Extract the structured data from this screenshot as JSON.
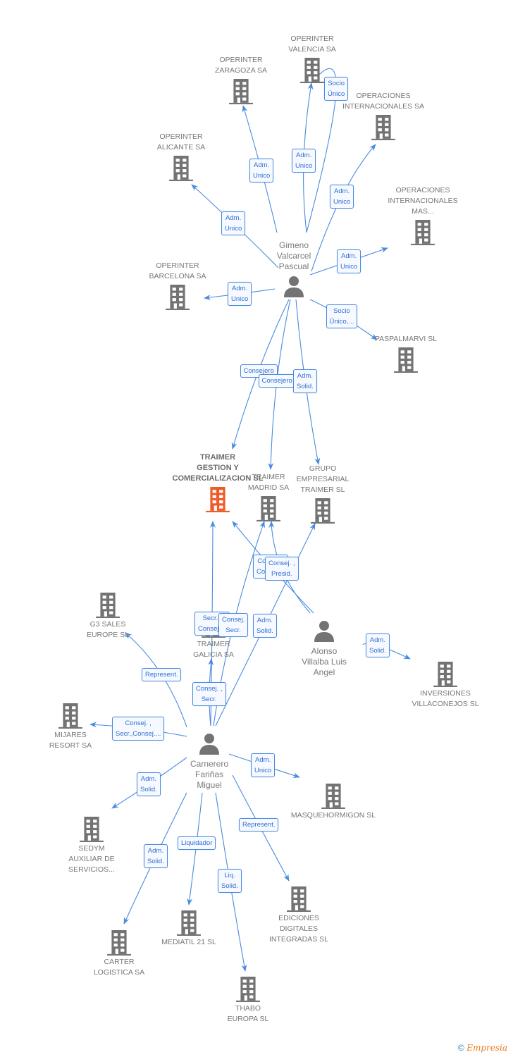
{
  "colors": {
    "edge": "#4a8ae0",
    "company": "#737373",
    "focus_company": "#f05a28",
    "person": "#737373"
  },
  "companies": [
    {
      "id": "zaragoza",
      "label": [
        "OPERINTER",
        "ZARAGOZA SA"
      ]
    },
    {
      "id": "valencia",
      "label": [
        "OPERINTER",
        "VALENCIA SA"
      ]
    },
    {
      "id": "opint",
      "label": [
        "OPERACIONES",
        "INTERNACIONALES SA"
      ]
    },
    {
      "id": "alicante",
      "label": [
        "OPERINTER",
        "ALICANTE SA"
      ]
    },
    {
      "id": "opmas",
      "label": [
        "OPERACIONES",
        "INTERNACIONALES",
        "MAS..."
      ]
    },
    {
      "id": "barcelona",
      "label": [
        "OPERINTER",
        "BARCELONA SA"
      ]
    },
    {
      "id": "paspal",
      "label": [
        "PASPALMARVI SL"
      ]
    },
    {
      "id": "traimer",
      "label": [
        "TRAIMER",
        "GESTION Y",
        "COMERCIALIZACION SL"
      ],
      "focus": true
    },
    {
      "id": "madrid",
      "label": [
        "TRAIMER",
        "MADRID SA"
      ]
    },
    {
      "id": "grupo",
      "label": [
        "GRUPO",
        "EMPRESARIAL",
        "TRAIMER SL"
      ]
    },
    {
      "id": "g3",
      "label": [
        "G3 SALES",
        "EUROPE SL"
      ]
    },
    {
      "id": "galicia",
      "label": [
        "TRAIMER",
        "GALICIA SA"
      ]
    },
    {
      "id": "villaconejos",
      "label": [
        "INVERSIONES",
        "VILLACONEJOS SL"
      ]
    },
    {
      "id": "mijares",
      "label": [
        "MIJARES",
        "RESORT SA"
      ]
    },
    {
      "id": "masque",
      "label": [
        "MASQUEHORMIGON SL"
      ]
    },
    {
      "id": "sedym",
      "label": [
        "SEDYM",
        "AUXILIAR DE",
        "SERVICIOS..."
      ]
    },
    {
      "id": "ediciones",
      "label": [
        "EDICIONES",
        "DIGITALES",
        "INTEGRADAS SL"
      ]
    },
    {
      "id": "mediatil",
      "label": [
        "MEDIATIL 21 SL"
      ]
    },
    {
      "id": "carter",
      "label": [
        "CARTER",
        "LOGISTICA SA"
      ]
    },
    {
      "id": "thabo",
      "label": [
        "THABO",
        "EUROPA SL"
      ]
    }
  ],
  "persons": [
    {
      "id": "gimeno",
      "label": [
        "Gimeno",
        "Valcarcel",
        "Pascual"
      ]
    },
    {
      "id": "alonso",
      "label": [
        "Alonso",
        "Villalba Luis",
        "Angel"
      ]
    },
    {
      "id": "carnerero",
      "label": [
        "Carnerero",
        "Fariñas",
        "Miguel"
      ]
    }
  ],
  "relations": [
    {
      "from": "gimeno",
      "to": "zaragoza",
      "label": [
        "Adm.",
        "Unico"
      ]
    },
    {
      "from": "gimeno",
      "to": "valencia",
      "label": [
        "Adm.",
        "Unico"
      ]
    },
    {
      "from": "gimeno",
      "to": "valencia",
      "label": [
        "Socio",
        "Único"
      ]
    },
    {
      "from": "gimeno",
      "to": "opint",
      "label": [
        "Adm.",
        "Unico"
      ]
    },
    {
      "from": "gimeno",
      "to": "alicante",
      "label": [
        "Adm.",
        "Unico"
      ]
    },
    {
      "from": "gimeno",
      "to": "opmas",
      "label": [
        "Adm.",
        "Unico"
      ]
    },
    {
      "from": "gimeno",
      "to": "barcelona",
      "label": [
        "Adm.",
        "Unico"
      ]
    },
    {
      "from": "gimeno",
      "to": "paspal",
      "label": [
        "Socio",
        "Único,..."
      ]
    },
    {
      "from": "gimeno",
      "to": "traimer",
      "label": [
        "Consejero"
      ]
    },
    {
      "from": "gimeno",
      "to": "madrid",
      "label": [
        "Consejero"
      ]
    },
    {
      "from": "gimeno",
      "to": "grupo",
      "label": [
        "Adm.",
        "Solid."
      ]
    },
    {
      "from": "alonso",
      "to": "traimer",
      "label": [
        "Consej. ,",
        "Consej...."
      ]
    },
    {
      "from": "alonso",
      "to": "madrid",
      "label": [
        "Consej. ,",
        "Presid."
      ]
    },
    {
      "from": "alonso",
      "to": "villaconejos",
      "label": [
        "Adm.",
        "Solid."
      ]
    },
    {
      "from": "carnerero",
      "to": "traimer",
      "label": [
        "Secr. ,",
        "Consej...."
      ]
    },
    {
      "from": "carnerero",
      "to": "madrid",
      "label": [
        "Consej.",
        "Secr."
      ]
    },
    {
      "from": "carnerero",
      "to": "grupo",
      "label": [
        "Adm.",
        "Solid."
      ]
    },
    {
      "from": "carnerero",
      "to": "g3",
      "label": [
        "Represent."
      ]
    },
    {
      "from": "carnerero",
      "to": "galicia",
      "label": [
        "Consej. ,",
        "Secr."
      ]
    },
    {
      "from": "carnerero",
      "to": "mijares",
      "label": [
        "Consej. ,",
        "Secr.,Consej...."
      ]
    },
    {
      "from": "carnerero",
      "to": "masque",
      "label": [
        "Adm.",
        "Unico"
      ]
    },
    {
      "from": "carnerero",
      "to": "sedym",
      "label": [
        "Adm.",
        "Solid."
      ]
    },
    {
      "from": "carnerero",
      "to": "ediciones",
      "label": [
        "Represent."
      ]
    },
    {
      "from": "carnerero",
      "to": "mediatil",
      "label": [
        "Liquidador"
      ]
    },
    {
      "from": "carnerero",
      "to": "carter",
      "label": [
        "Adm.",
        "Solid."
      ]
    },
    {
      "from": "carnerero",
      "to": "thabo",
      "label": [
        "Liq.",
        "Solid."
      ]
    }
  ],
  "footer": {
    "copyright": "©",
    "brand": "Empresia"
  }
}
